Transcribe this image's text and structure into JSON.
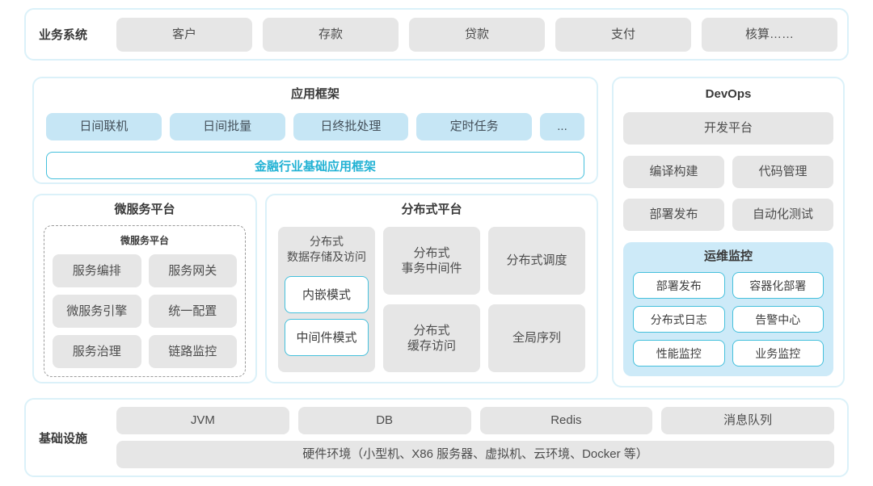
{
  "colors": {
    "panel_border": "#dbf1f9",
    "gray_block": "#e6e6e6",
    "blue_block": "#c6e6f5",
    "ops_background": "#cdeaf8",
    "accent_cyan": "#45c0dc",
    "teal_text": "#22b2d4"
  },
  "business": {
    "label": "业务系统",
    "items": [
      "客户",
      "存款",
      "贷款",
      "支付",
      "核算……"
    ]
  },
  "app_framework": {
    "title": "应用框架",
    "items": [
      "日间联机",
      "日间批量",
      "日终批处理",
      "定时任务",
      "..."
    ],
    "base": "金融行业基础应用框架"
  },
  "devops": {
    "title": "DevOps",
    "platform": "开发平台",
    "items": [
      "编译构建",
      "代码管理",
      "部署发布",
      "自动化测试"
    ]
  },
  "ops_monitoring": {
    "title": "运维监控",
    "items": [
      "部署发布",
      "容器化部署",
      "分布式日志",
      "告警中心",
      "性能监控",
      "业务监控"
    ]
  },
  "microservices": {
    "title": "微服务平台",
    "inner_title": "微服务平台",
    "items": [
      "服务编排",
      "服务网关",
      "微服务引擎",
      "统一配置",
      "服务治理",
      "链路监控"
    ]
  },
  "distributed": {
    "title": "分布式平台",
    "storage": {
      "title": "分布式\n数据存储及访问",
      "modes": [
        "内嵌模式",
        "中间件模式"
      ]
    },
    "cells": [
      "分布式\n事务中间件",
      "分布式调度",
      "分布式\n缓存访问",
      "全局序列"
    ]
  },
  "infrastructure": {
    "label": "基础设施",
    "items": [
      "JVM",
      "DB",
      "Redis",
      "消息队列"
    ],
    "hardware": "硬件环境（小型机、X86 服务器、虚拟机、云环境、Docker 等）"
  }
}
